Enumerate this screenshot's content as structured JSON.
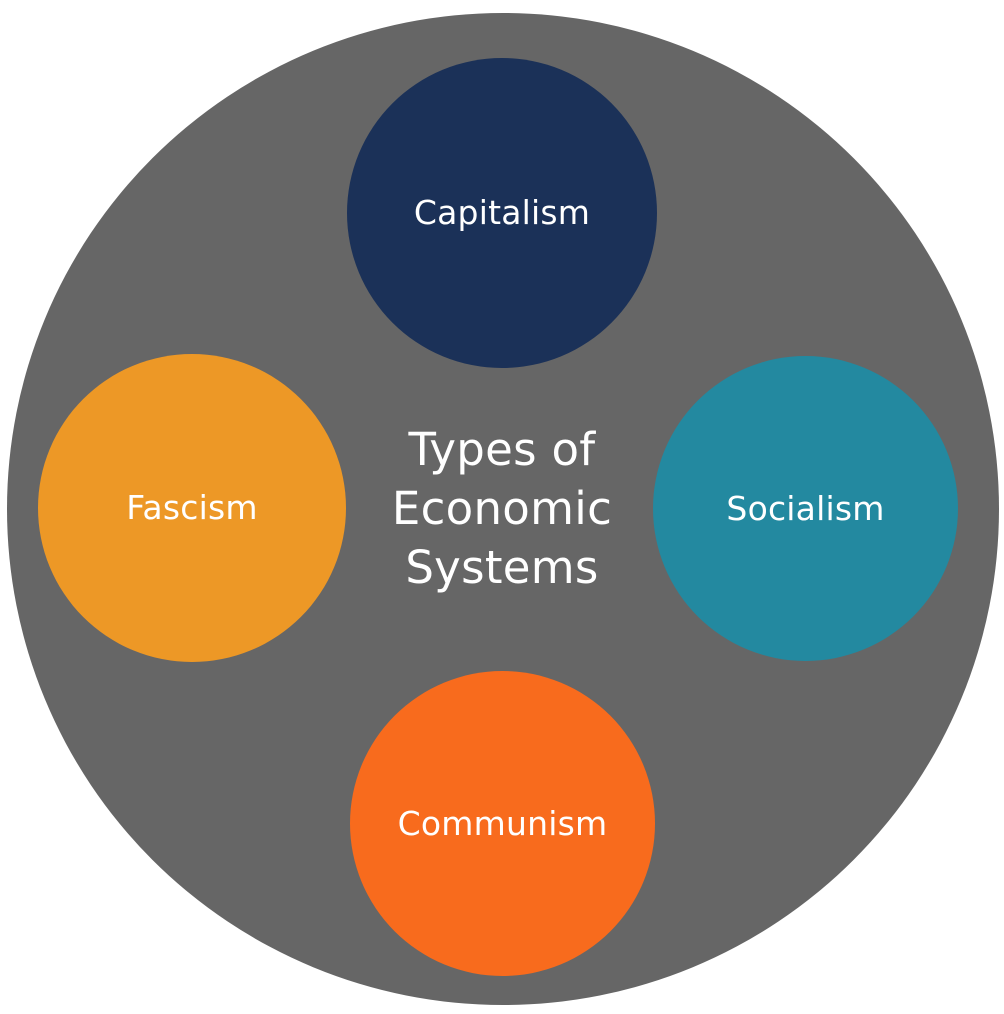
{
  "diagram": {
    "title_lines": [
      "Types of",
      "Economic",
      "Systems"
    ],
    "title_text": "Types of Economic Systems",
    "hub": {
      "name": "outer-hub-circle",
      "color": "#666666"
    },
    "nodes": [
      {
        "id": "capitalism",
        "label": "Capitalism",
        "color": "#1B3158",
        "position": "top"
      },
      {
        "id": "fascism",
        "label": "Fascism",
        "color": "#ED9826",
        "position": "left"
      },
      {
        "id": "socialism",
        "label": "Socialism",
        "color": "#2389A0",
        "position": "right"
      },
      {
        "id": "communism",
        "label": "Communism",
        "color": "#F86B1D",
        "position": "bottom"
      }
    ],
    "colors": {
      "background": "#ffffff",
      "hub": "#666666",
      "label_text": "#ffffff",
      "title_text": "#ffffff"
    }
  },
  "chart_data": {
    "type": "diagram",
    "title": "Types of Economic Systems",
    "categories": [
      "Capitalism",
      "Fascism",
      "Socialism",
      "Communism"
    ],
    "colors": [
      "#1B3158",
      "#ED9826",
      "#2389A0",
      "#F86B1D"
    ]
  }
}
